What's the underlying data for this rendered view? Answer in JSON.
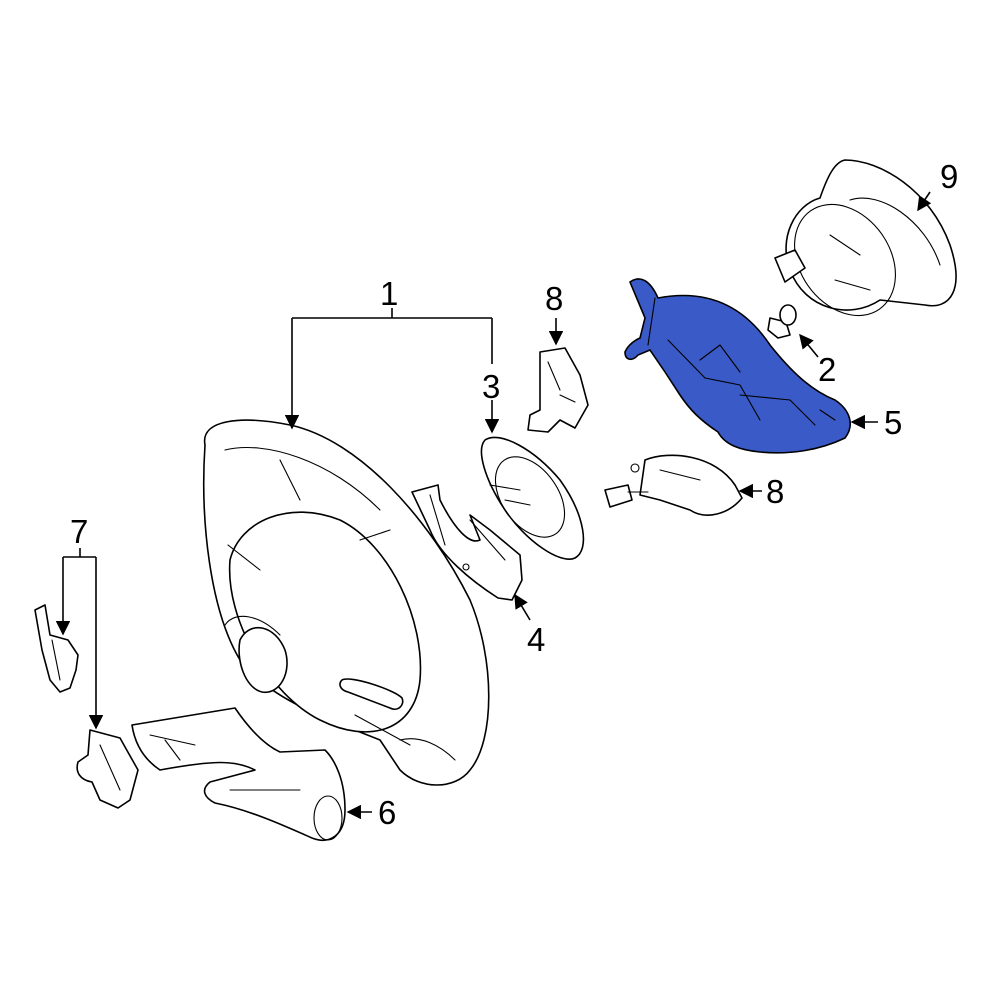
{
  "highlight_color": "#3a5bc7",
  "callouts": {
    "c1": "1",
    "c2": "2",
    "c3": "3",
    "c4": "4",
    "c5": "5",
    "c6": "6",
    "c7": "7",
    "c8_top": "8",
    "c8_right": "8",
    "c9": "9"
  },
  "highlighted_part": "5"
}
